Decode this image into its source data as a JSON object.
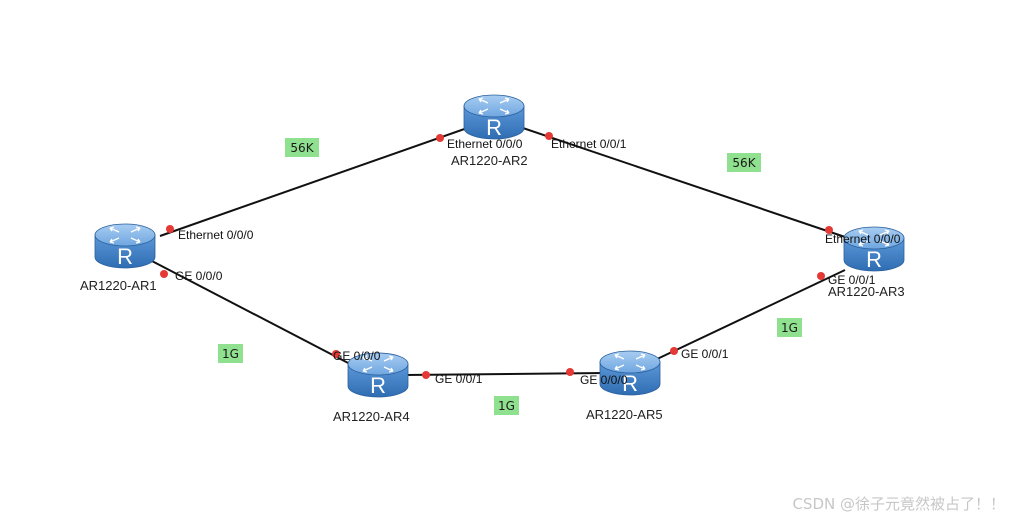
{
  "diagram": {
    "routers": [
      {
        "id": "ar1",
        "name": "AR1220-AR1",
        "icon": "router-icon",
        "glyph": "R"
      },
      {
        "id": "ar2",
        "name": "AR1220-AR2",
        "icon": "router-icon",
        "glyph": "R"
      },
      {
        "id": "ar3",
        "name": "AR1220-AR3",
        "icon": "router-icon",
        "glyph": "R"
      },
      {
        "id": "ar4",
        "name": "AR1220-AR4",
        "icon": "router-icon",
        "glyph": "R"
      },
      {
        "id": "ar5",
        "name": "AR1220-AR5",
        "icon": "router-icon",
        "glyph": "R"
      }
    ],
    "links": [
      {
        "from": "ar1",
        "to": "ar2",
        "from_port": "Ethernet 0/0/0",
        "to_port": "Ethernet 0/0/0",
        "bandwidth": "56K"
      },
      {
        "from": "ar2",
        "to": "ar3",
        "from_port": "Ethernet 0/0/1",
        "to_port": "Ethernet 0/0/0",
        "bandwidth": "56K"
      },
      {
        "from": "ar1",
        "to": "ar4",
        "from_port": "GE 0/0/0",
        "to_port": "GE 0/0/0",
        "bandwidth": "1G"
      },
      {
        "from": "ar4",
        "to": "ar5",
        "from_port": "GE 0/0/1",
        "to_port": "GE 0/0/0",
        "bandwidth": "1G"
      },
      {
        "from": "ar5",
        "to": "ar3",
        "from_port": "GE 0/0/1",
        "to_port": "GE 0/0/1",
        "bandwidth": "1G"
      }
    ],
    "colors": {
      "link": "#111111",
      "port_dot": "#e53935",
      "bandwidth_bg": "#8fe08f",
      "router_top": "#7fb2e6",
      "router_body": "#3f7fc6"
    }
  },
  "watermark": "CSDN @徐子元竟然被占了！！"
}
